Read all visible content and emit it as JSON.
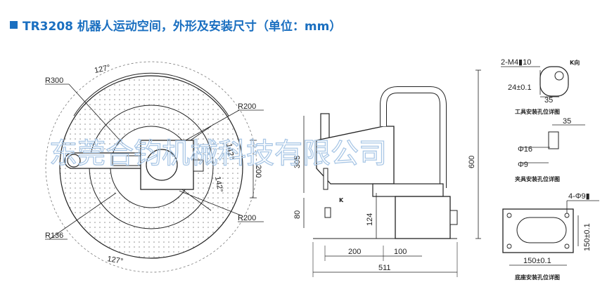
{
  "title": {
    "text": "TR3208 机器人运动空间，外形及安装尺寸（单位：mm）",
    "accent": "#1a6fc0"
  },
  "top_view": {
    "radius_outer": "R300",
    "radius_mid_top": "R200",
    "radius_mid_bottom": "R200",
    "radius_inner": "R136",
    "angle_top": "127°",
    "angle_bottom": "127°",
    "angle_small_upper": "142°",
    "angle_small_lower": "142°",
    "dim_200": "200"
  },
  "side_view": {
    "h_305": "305",
    "h_80": "80",
    "h_124": "124",
    "h_600": "600",
    "w_200": "200",
    "w_100": "100",
    "w_511": "511",
    "k_mark": "K"
  },
  "details": {
    "k_view": "K向",
    "screw": "2-M4▮10",
    "dim_24": "24±0.1",
    "dim_35_tool": "35",
    "tool_caption": "工具安装孔位详图",
    "dim_35_clamp": "35",
    "dim_16": "Φ16",
    "dim_9": "Φ9",
    "clamp_caption": "夹具安装孔位详图",
    "holes": "4-Φ9▮",
    "dim_150_v": "150±0.1",
    "dim_150_h": "150±0.1",
    "base_caption": "底座安装孔位详图"
  },
  "watermark": "东莞合钧机械科技有限公司"
}
